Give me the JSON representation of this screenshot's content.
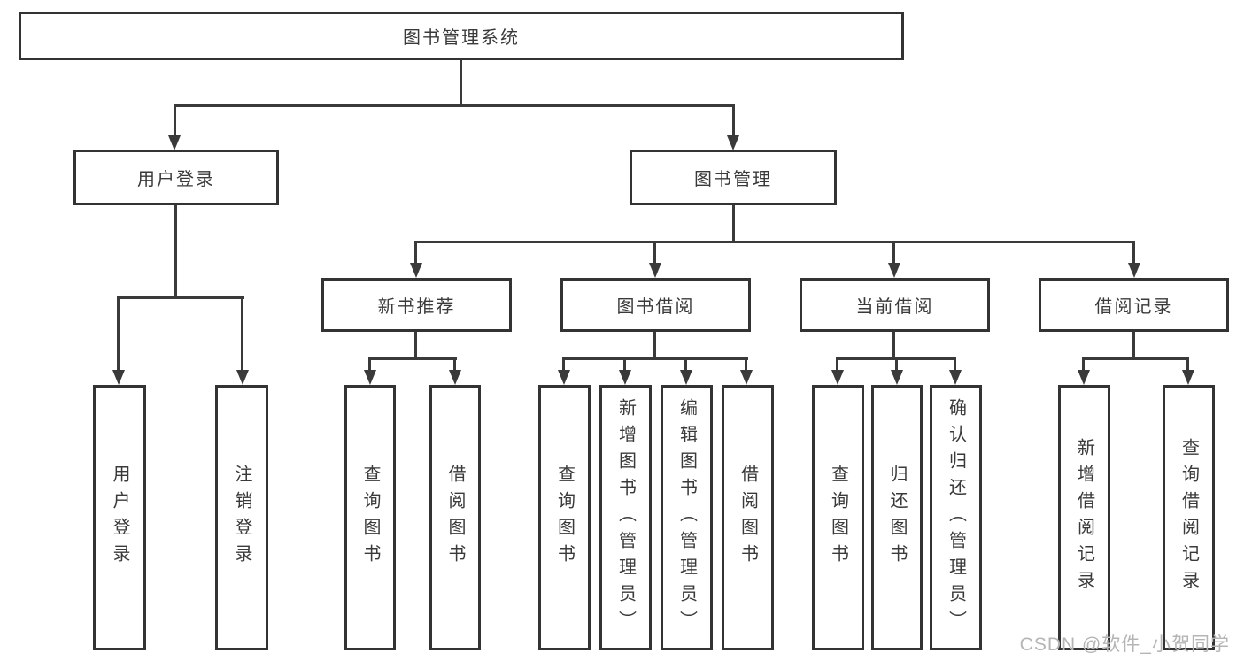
{
  "colors": {
    "background": "#ffffff",
    "box_border": "#333333",
    "connector_line": "#3a3a3a",
    "text": "#3a3a3a",
    "watermark": "#b5b5b5"
  },
  "nodes": {
    "root": "图书管理系统",
    "user_login": "用户登录",
    "book_mgmt": "图书管理",
    "new_book_rec": "新书推荐",
    "book_borrow": "图书借阅",
    "current_borrow": "当前借阅",
    "borrow_record": "借阅记录",
    "leaf_user_login": "用户登录",
    "leaf_logout": "注销登录",
    "leaf_query_book_1": "查询图书",
    "leaf_borrow_book_1": "借阅图书",
    "leaf_query_book_2": "查询图书",
    "leaf_add_book": "新增图书（管理员）",
    "leaf_edit_book": "编辑图书（管理员）",
    "leaf_borrow_book_2": "借阅图书",
    "leaf_query_book_3": "查询图书",
    "leaf_return_book": "归还图书",
    "leaf_confirm_return": "确认归还（管理员）",
    "leaf_add_record": "新增借阅记录",
    "leaf_query_record": "查询借阅记录"
  },
  "watermark": "CSDN @软件_小贺同学"
}
